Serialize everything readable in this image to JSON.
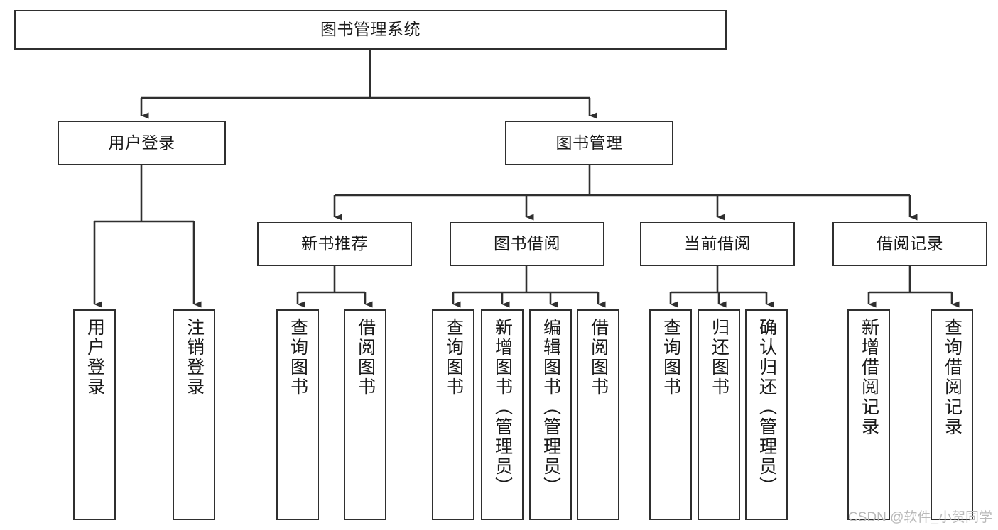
{
  "diagram": {
    "type": "tree",
    "title": "图书管理系统",
    "root": {
      "id": "root",
      "label": "图书管理系统",
      "orientation": "horizontal"
    },
    "level2": [
      {
        "id": "user-login",
        "label": "用户登录",
        "orientation": "horizontal"
      },
      {
        "id": "book-management",
        "label": "图书管理",
        "orientation": "horizontal"
      }
    ],
    "level3": [
      {
        "id": "new-book-recommend",
        "label": "新书推荐",
        "orientation": "horizontal"
      },
      {
        "id": "book-borrow",
        "label": "图书借阅",
        "orientation": "horizontal"
      },
      {
        "id": "current-borrow",
        "label": "当前借阅",
        "orientation": "horizontal"
      },
      {
        "id": "borrow-record",
        "label": "借阅记录",
        "orientation": "horizontal"
      }
    ],
    "leaves": [
      {
        "id": "leaf-user-login",
        "parent": "user-login",
        "label": "用户登录",
        "orientation": "vertical"
      },
      {
        "id": "leaf-logout",
        "parent": "user-login",
        "label": "注销登录",
        "orientation": "vertical"
      },
      {
        "id": "leaf-query-book-1",
        "parent": "new-book-recommend",
        "label": "查询图书",
        "orientation": "vertical"
      },
      {
        "id": "leaf-borrow-book-1",
        "parent": "new-book-recommend",
        "label": "借阅图书",
        "orientation": "vertical"
      },
      {
        "id": "leaf-query-book-2",
        "parent": "book-borrow",
        "label": "查询图书",
        "orientation": "vertical"
      },
      {
        "id": "leaf-add-book",
        "parent": "book-borrow",
        "label": "新增图书（管理员）",
        "orientation": "vertical"
      },
      {
        "id": "leaf-edit-book",
        "parent": "book-borrow",
        "label": "编辑图书（管理员）",
        "orientation": "vertical"
      },
      {
        "id": "leaf-borrow-book-2",
        "parent": "book-borrow",
        "label": "借阅图书",
        "orientation": "vertical"
      },
      {
        "id": "leaf-query-book-3",
        "parent": "current-borrow",
        "label": "查询图书",
        "orientation": "vertical"
      },
      {
        "id": "leaf-return-book",
        "parent": "current-borrow",
        "label": "归还图书",
        "orientation": "vertical"
      },
      {
        "id": "leaf-confirm-return",
        "parent": "current-borrow",
        "label": "确认归还（管理员）",
        "orientation": "vertical"
      },
      {
        "id": "leaf-add-record",
        "parent": "borrow-record",
        "label": "新增借阅记录",
        "orientation": "vertical"
      },
      {
        "id": "leaf-query-record",
        "parent": "borrow-record",
        "label": "查询借阅记录",
        "orientation": "vertical"
      }
    ],
    "colors": {
      "stroke": "#2f2f2f",
      "fill": "#ffffff",
      "text": "#1a1a1a",
      "watermark": "#b9b9b9"
    }
  },
  "watermark": {
    "text": "CSDN @软件_小贺同学"
  }
}
